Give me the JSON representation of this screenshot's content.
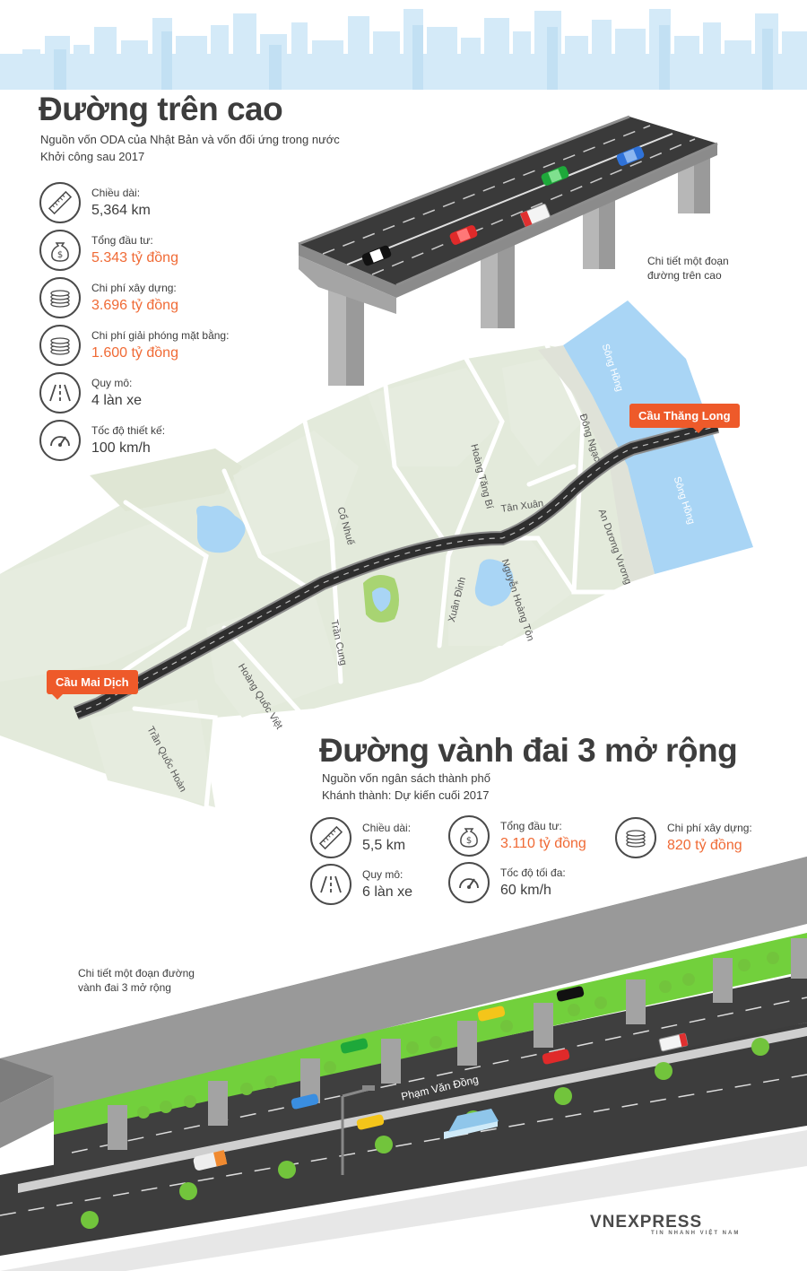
{
  "section1": {
    "title": "Đường trên cao",
    "subtitle_line1": "Nguồn vốn ODA của Nhật Bản và vốn đối ứng trong nước",
    "subtitle_line2": "Khởi công sau 2017",
    "stats": [
      {
        "label": "Chiều dài:",
        "value": "5,364 km",
        "icon": "ruler-icon",
        "accent": false
      },
      {
        "label": "Tổng đầu tư:",
        "value": "5.343 tỷ đồng",
        "icon": "money-bag-icon",
        "accent": true
      },
      {
        "label": "Chi phí xây dựng:",
        "value": "3.696 tỷ đồng",
        "icon": "coins-icon",
        "accent": true
      },
      {
        "label": "Chi phí giải phóng mặt bằng:",
        "value": "1.600 tỷ đồng",
        "icon": "coins-icon",
        "accent": true
      },
      {
        "label": "Quy mô:",
        "value": "4 làn xe",
        "icon": "lanes-icon",
        "accent": false
      },
      {
        "label": "Tốc độ thiết kế:",
        "value": "100 km/h",
        "icon": "speedometer-icon",
        "accent": false
      }
    ],
    "detail_note_line1": "Chi tiết một đoạn",
    "detail_note_line2": "đường trên cao"
  },
  "map": {
    "pin_start": "Cầu Mai Dịch",
    "pin_end": "Cầu Thăng Long",
    "river_1": "Sông Hồng",
    "river_2": "Sông Hồng",
    "streets": [
      "Đông Ngạc",
      "Hoàng Tăng Bí",
      "Tân Xuân",
      "Cổ Nhuế",
      "An Dương Vương",
      "Nguyễn Hoàng Tôn",
      "Xuân Đỉnh",
      "Trần Cung",
      "Hoàng Quốc Việt",
      "Trần Quốc Hoàn"
    ]
  },
  "section2": {
    "title": "Đường vành đai 3 mở rộng",
    "subtitle_line1": "Nguồn vốn ngân sách thành phố",
    "subtitle_line2": "Khánh thành: Dự kiến cuối 2017",
    "stats": [
      {
        "label": "Chiều dài:",
        "value": "5,5 km",
        "icon": "ruler-icon",
        "accent": false
      },
      {
        "label": "Tổng đầu tư:",
        "value": "3.110 tỷ đồng",
        "icon": "money-bag-icon",
        "accent": true
      },
      {
        "label": "Chi phí xây dựng:",
        "value": "820 tỷ đồng",
        "icon": "coins-icon",
        "accent": true
      },
      {
        "label": "Quy mô:",
        "value": "6 làn xe",
        "icon": "lanes-icon",
        "accent": false
      },
      {
        "label": "Tốc độ tối đa:",
        "value": "60 km/h",
        "icon": "speedometer-icon",
        "accent": false
      }
    ],
    "detail_note_line1": "Chi tiết một đoạn đường",
    "detail_note_line2": "vành đai 3 mở rộng",
    "road_name": "Phạm Văn Đồng"
  },
  "brand": {
    "name": "VNEXPRESS",
    "tagline": "TIN NHANH VIỆT NAM"
  },
  "colors": {
    "accent": "#ee5a2a",
    "value_orange": "#f06a35",
    "text": "#3d3d3d",
    "river": "#a9d5f5",
    "map_land": "#e2e9d5",
    "road": "#3b3b3b",
    "grass": "#72d03c",
    "sky": "#c9e4f4"
  }
}
